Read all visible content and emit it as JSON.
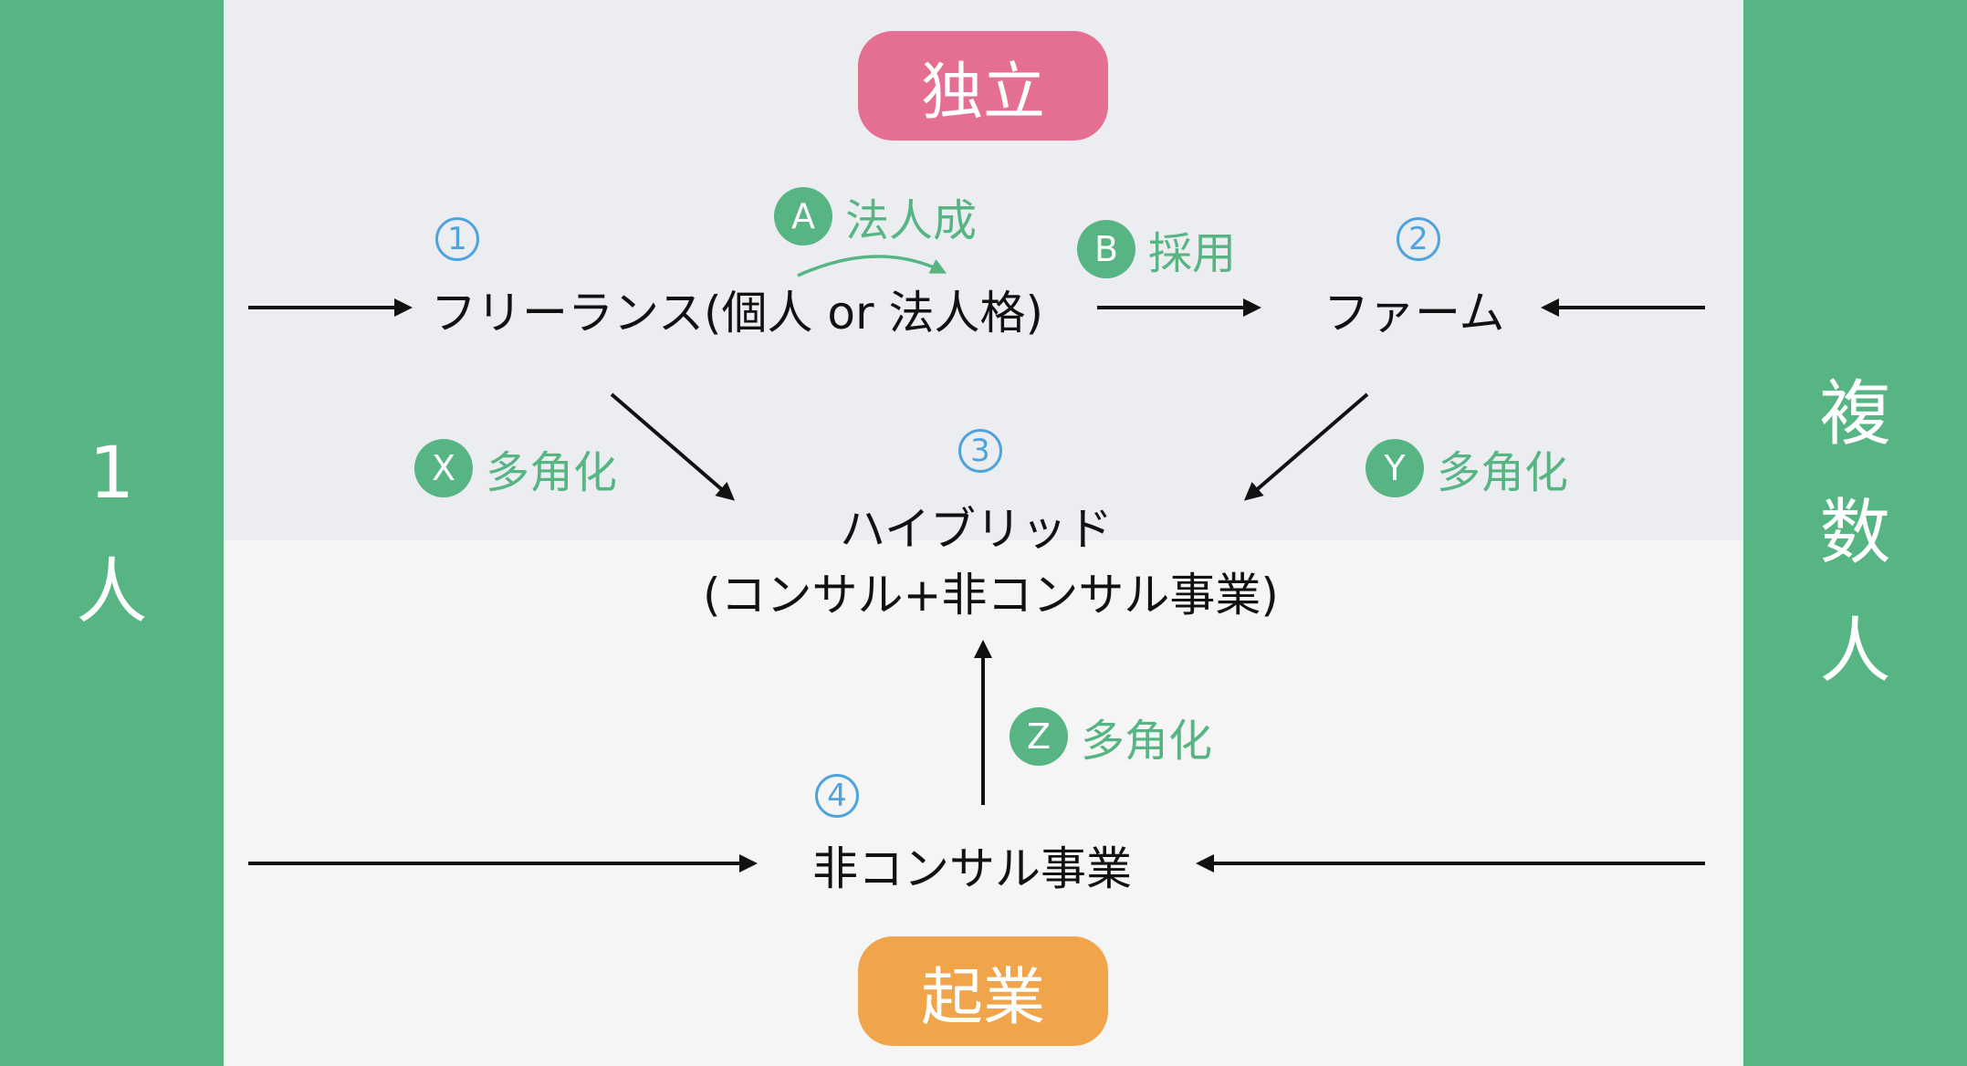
{
  "sides": {
    "left": [
      "1",
      "人"
    ],
    "right": [
      "複",
      "数",
      "人"
    ]
  },
  "pills": {
    "top": "独立",
    "bottom": "起業"
  },
  "nodes": {
    "freelance": {
      "num": "1",
      "label": "フリーランス(個人 or 法人格)"
    },
    "firm": {
      "num": "2",
      "label": "ファーム"
    },
    "hybrid": {
      "num": "3",
      "label_line1": "ハイブリッド",
      "label_line2": "(コンサル+非コンサル事業)"
    },
    "nonconsul": {
      "num": "4",
      "label": "非コンサル事業"
    }
  },
  "tags": {
    "a": {
      "badge": "A",
      "text": "法人成"
    },
    "b": {
      "badge": "B",
      "text": "採用"
    },
    "x": {
      "badge": "X",
      "text": "多角化"
    },
    "y": {
      "badge": "Y",
      "text": "多角化"
    },
    "z": {
      "badge": "Z",
      "text": "多角化"
    }
  },
  "colors": {
    "side_green": "#57b583",
    "pill_pink": "#e46f92",
    "pill_orange": "#f0a54a",
    "number_blue": "#4fa3dc",
    "arrow_black": "#111111"
  }
}
